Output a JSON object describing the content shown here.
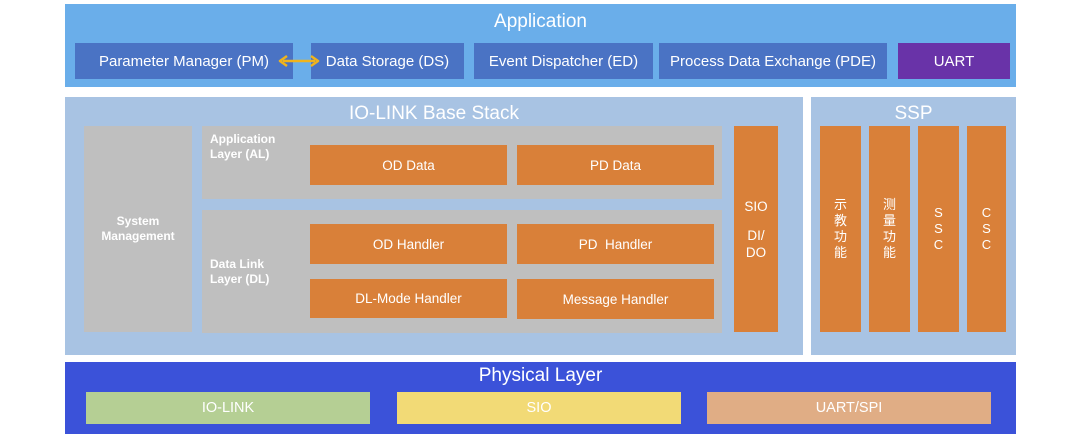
{
  "application": {
    "title": "Application",
    "boxes": {
      "pm": "Parameter Manager (PM)",
      "ds": "Data Storage (DS)",
      "ed": "Event Dispatcher (ED)",
      "pde": "Process Data Exchange (PDE)",
      "uart": "UART"
    }
  },
  "base_stack": {
    "title": "IO-LINK Base Stack",
    "system_management": [
      "System",
      "Management"
    ],
    "application_layer": {
      "label": [
        "Application",
        "Layer (AL)"
      ],
      "od_data": "OD Data",
      "pd_data": "PD Data"
    },
    "data_link_layer": {
      "label": [
        "Data Link",
        "Layer (DL)"
      ],
      "od_handler": "OD Handler",
      "pd_handler": "PD  Handler",
      "dl_mode_handler": "DL-Mode Handler",
      "message_handler": "Message Handler"
    },
    "sio_dio": [
      "SIO",
      "DI/",
      "DO"
    ]
  },
  "ssp": {
    "title": "SSP",
    "columns": [
      [
        "示",
        "教",
        "功",
        "能"
      ],
      [
        "测",
        "量",
        "功",
        "能"
      ],
      [
        "S",
        "S",
        "C"
      ],
      [
        "C",
        "S",
        "C"
      ]
    ]
  },
  "physical": {
    "title": "Physical Layer",
    "boxes": {
      "iolink": "IO-LINK",
      "sio": "SIO",
      "uart_spi": "UART/SPI"
    }
  },
  "colors": {
    "application_bg": "#6aaeea",
    "application_box": "#4a73c4",
    "uart_box": "#6933a8",
    "stack_bg": "#a8c3e3",
    "grey_panel": "#bfbfbf",
    "orange_box": "#d98039",
    "physical_bg": "#3b52d9",
    "iolink_box": "#b5cf94",
    "sio_box": "#f2da76",
    "uart_spi_box": "#e0ad85",
    "arrow": "#f0b41c"
  }
}
